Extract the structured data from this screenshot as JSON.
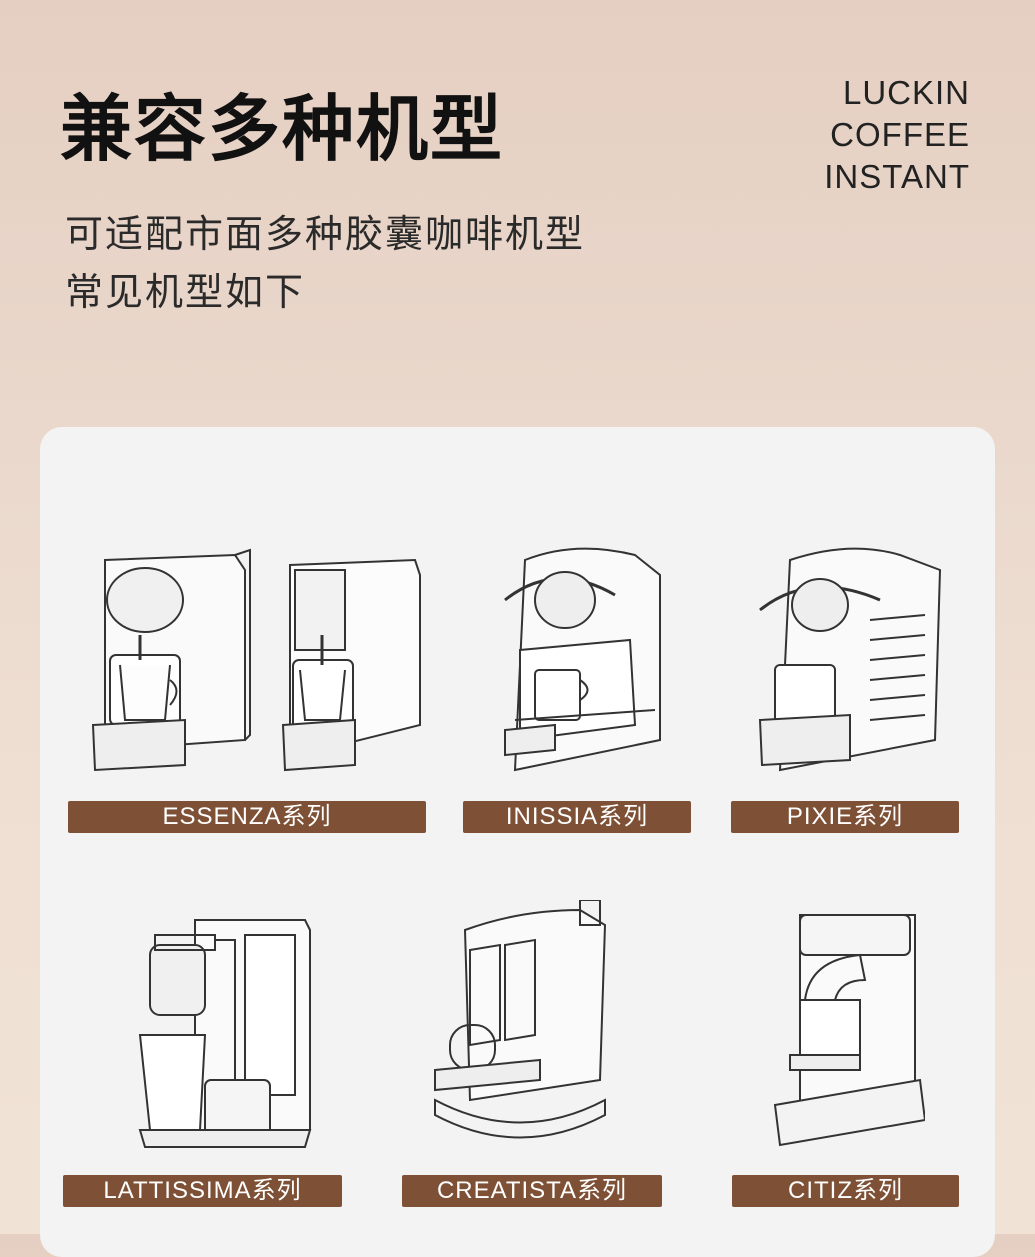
{
  "header": {
    "title": "兼容多种机型",
    "brand_lines": [
      "LUCKIN",
      "COFFEE",
      "INSTANT"
    ],
    "subtitle_lines": [
      "可适配市面多种胶囊咖啡机型",
      "常见机型如下"
    ]
  },
  "models": [
    {
      "label": "ESSENZA系列"
    },
    {
      "label": "INISSIA系列"
    },
    {
      "label": "PIXIE系列"
    },
    {
      "label": "LATTISSIMA系列"
    },
    {
      "label": "CREATISTA系列"
    },
    {
      "label": "CITIZ系列"
    }
  ],
  "colors": {
    "label_bg": "#7e5136",
    "card_bg": "#f3f3f3",
    "page_bg": "#ead8cc"
  }
}
